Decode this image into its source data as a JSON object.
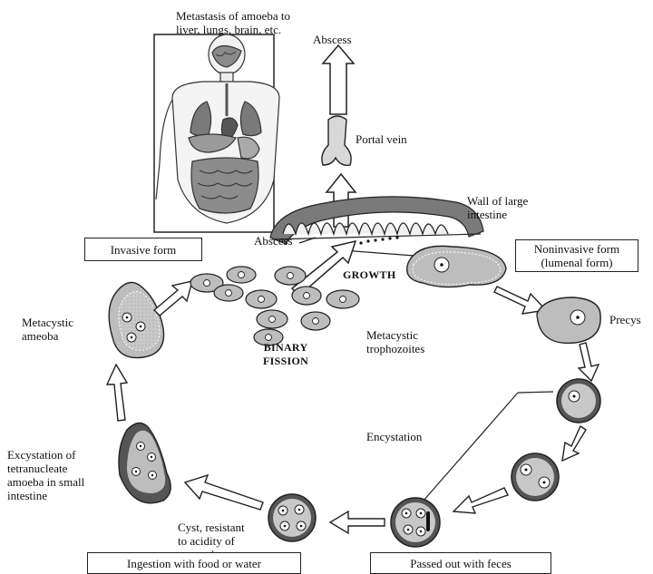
{
  "labels": {
    "metastasis": "Metastasis of amoeba to\nliver, lungs, brain, etc.",
    "abscess_top": "Abscess",
    "portal_vein": "Portal vein",
    "wall": "Wall of large\nintestine",
    "abscess_left": "Abscess",
    "growth": "GROWTH",
    "metacystic_trophozoites": "Metacystic\ntrophozoites",
    "binary_fission": "BINARY\nFISSION",
    "metacystic_ameoba": "Metacystic\nameoba",
    "precyst": "Precys",
    "encystation": "Encystation",
    "excystation": "Excystation of\ntetranucleate\namoeba in small\nintestine",
    "cyst": "Cyst, resistant\nto acidity of\nstomach contents"
  },
  "boxes": {
    "invasive": "Invasive form",
    "noninvasive": "Noninvasive form\n(lumenal form)",
    "ingestion": "Ingestion with food or water",
    "passed": "Passed out with feces"
  }
}
